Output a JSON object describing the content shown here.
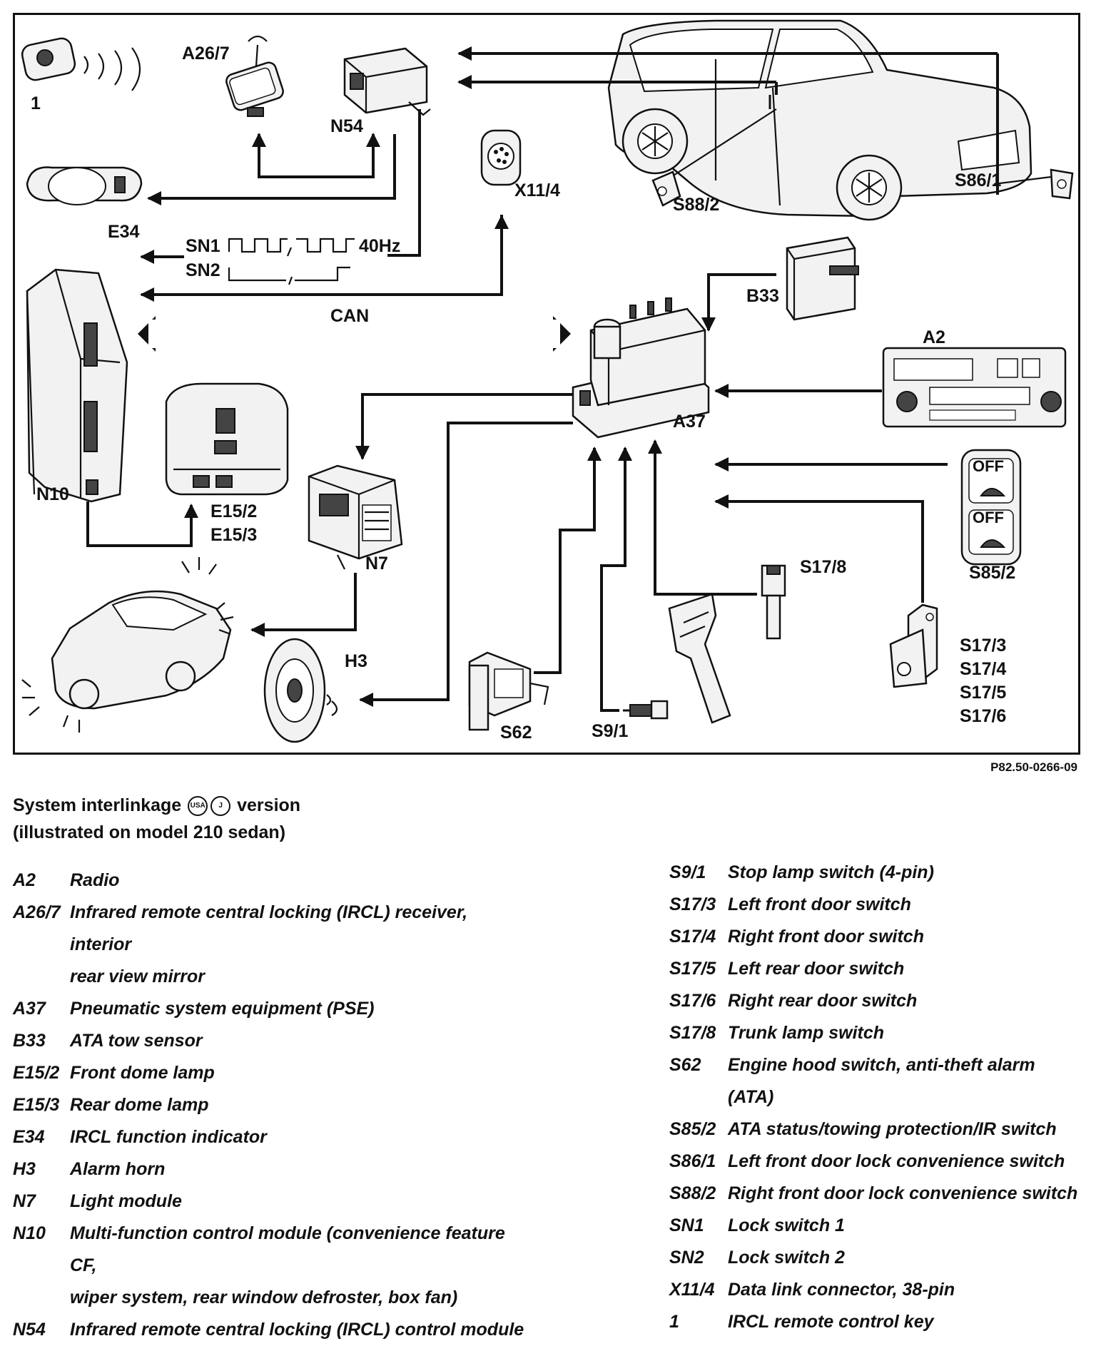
{
  "diagram": {
    "labels": {
      "remote_key": "1",
      "a26_7": "A26/7",
      "n54": "N54",
      "x11_4": "X11/4",
      "s88_2": "S88/2",
      "s86_1": "S86/1",
      "e34": "E34",
      "sn1": "SN1",
      "sn2": "SN2",
      "hz": "40Hz",
      "can": "CAN",
      "b33": "B33",
      "a2": "A2",
      "a37": "A37",
      "n10": "N10",
      "e15_2": "E15/2",
      "e15_3": "E15/3",
      "n7": "N7",
      "h3": "H3",
      "s62": "S62",
      "s9_1": "S9/1",
      "s17_8": "S17/8",
      "s85_2": "S85/2",
      "s17_3": "S17/3",
      "s17_4": "S17/4",
      "s17_5": "S17/5",
      "s17_6": "S17/6",
      "switch_off_1": "OFF",
      "switch_off_2": "OFF"
    },
    "reference": "P82.50-0266-09"
  },
  "caption": {
    "line1_pre": "System interlinkage",
    "badge_usa": "USA",
    "badge_j": "J",
    "line1_post": "version",
    "line2": "(illustrated on model 210 sedan)"
  },
  "legend_left": [
    {
      "code": "A2",
      "desc": "Radio"
    },
    {
      "code": "A26/7",
      "desc": "Infrared remote central locking (IRCL) receiver, interior",
      "cont": "rear view mirror"
    },
    {
      "code": "A37",
      "desc": "Pneumatic system equipment (PSE)"
    },
    {
      "code": "B33",
      "desc": "ATA tow sensor"
    },
    {
      "code": "E15/2",
      "desc": "Front dome lamp"
    },
    {
      "code": "E15/3",
      "desc": "Rear dome lamp"
    },
    {
      "code": "E34",
      "desc": "IRCL function indicator"
    },
    {
      "code": "H3",
      "desc": "Alarm horn"
    },
    {
      "code": "N7",
      "desc": "Light module"
    },
    {
      "code": "N10",
      "desc": "Multi-function control module (convenience feature CF,",
      "cont": "wiper system, rear window defroster, box fan)"
    },
    {
      "code": "N54",
      "desc": "Infrared remote central locking (IRCL) control module"
    }
  ],
  "legend_right": [
    {
      "code": "S9/1",
      "desc": "Stop lamp switch (4-pin)"
    },
    {
      "code": "S17/3",
      "desc": "Left front door switch"
    },
    {
      "code": "S17/4",
      "desc": "Right front door switch"
    },
    {
      "code": "S17/5",
      "desc": "Left rear door switch"
    },
    {
      "code": "S17/6",
      "desc": "Right rear door switch"
    },
    {
      "code": "S17/8",
      "desc": "Trunk lamp switch"
    },
    {
      "code": "S62",
      "desc": "Engine hood switch, anti-theft alarm (ATA)"
    },
    {
      "code": "S85/2",
      "desc": "ATA status/towing protection/IR switch"
    },
    {
      "code": "S86/1",
      "desc": "Left front door lock convenience switch"
    },
    {
      "code": "S88/2",
      "desc": "Right front door lock convenience switch"
    },
    {
      "code": "SN1",
      "desc": "Lock switch 1"
    },
    {
      "code": "SN2",
      "desc": "Lock switch 2"
    },
    {
      "code": "X11/4",
      "desc": "Data link connector, 38-pin"
    },
    {
      "code": "1",
      "desc": "IRCL remote control key"
    }
  ]
}
